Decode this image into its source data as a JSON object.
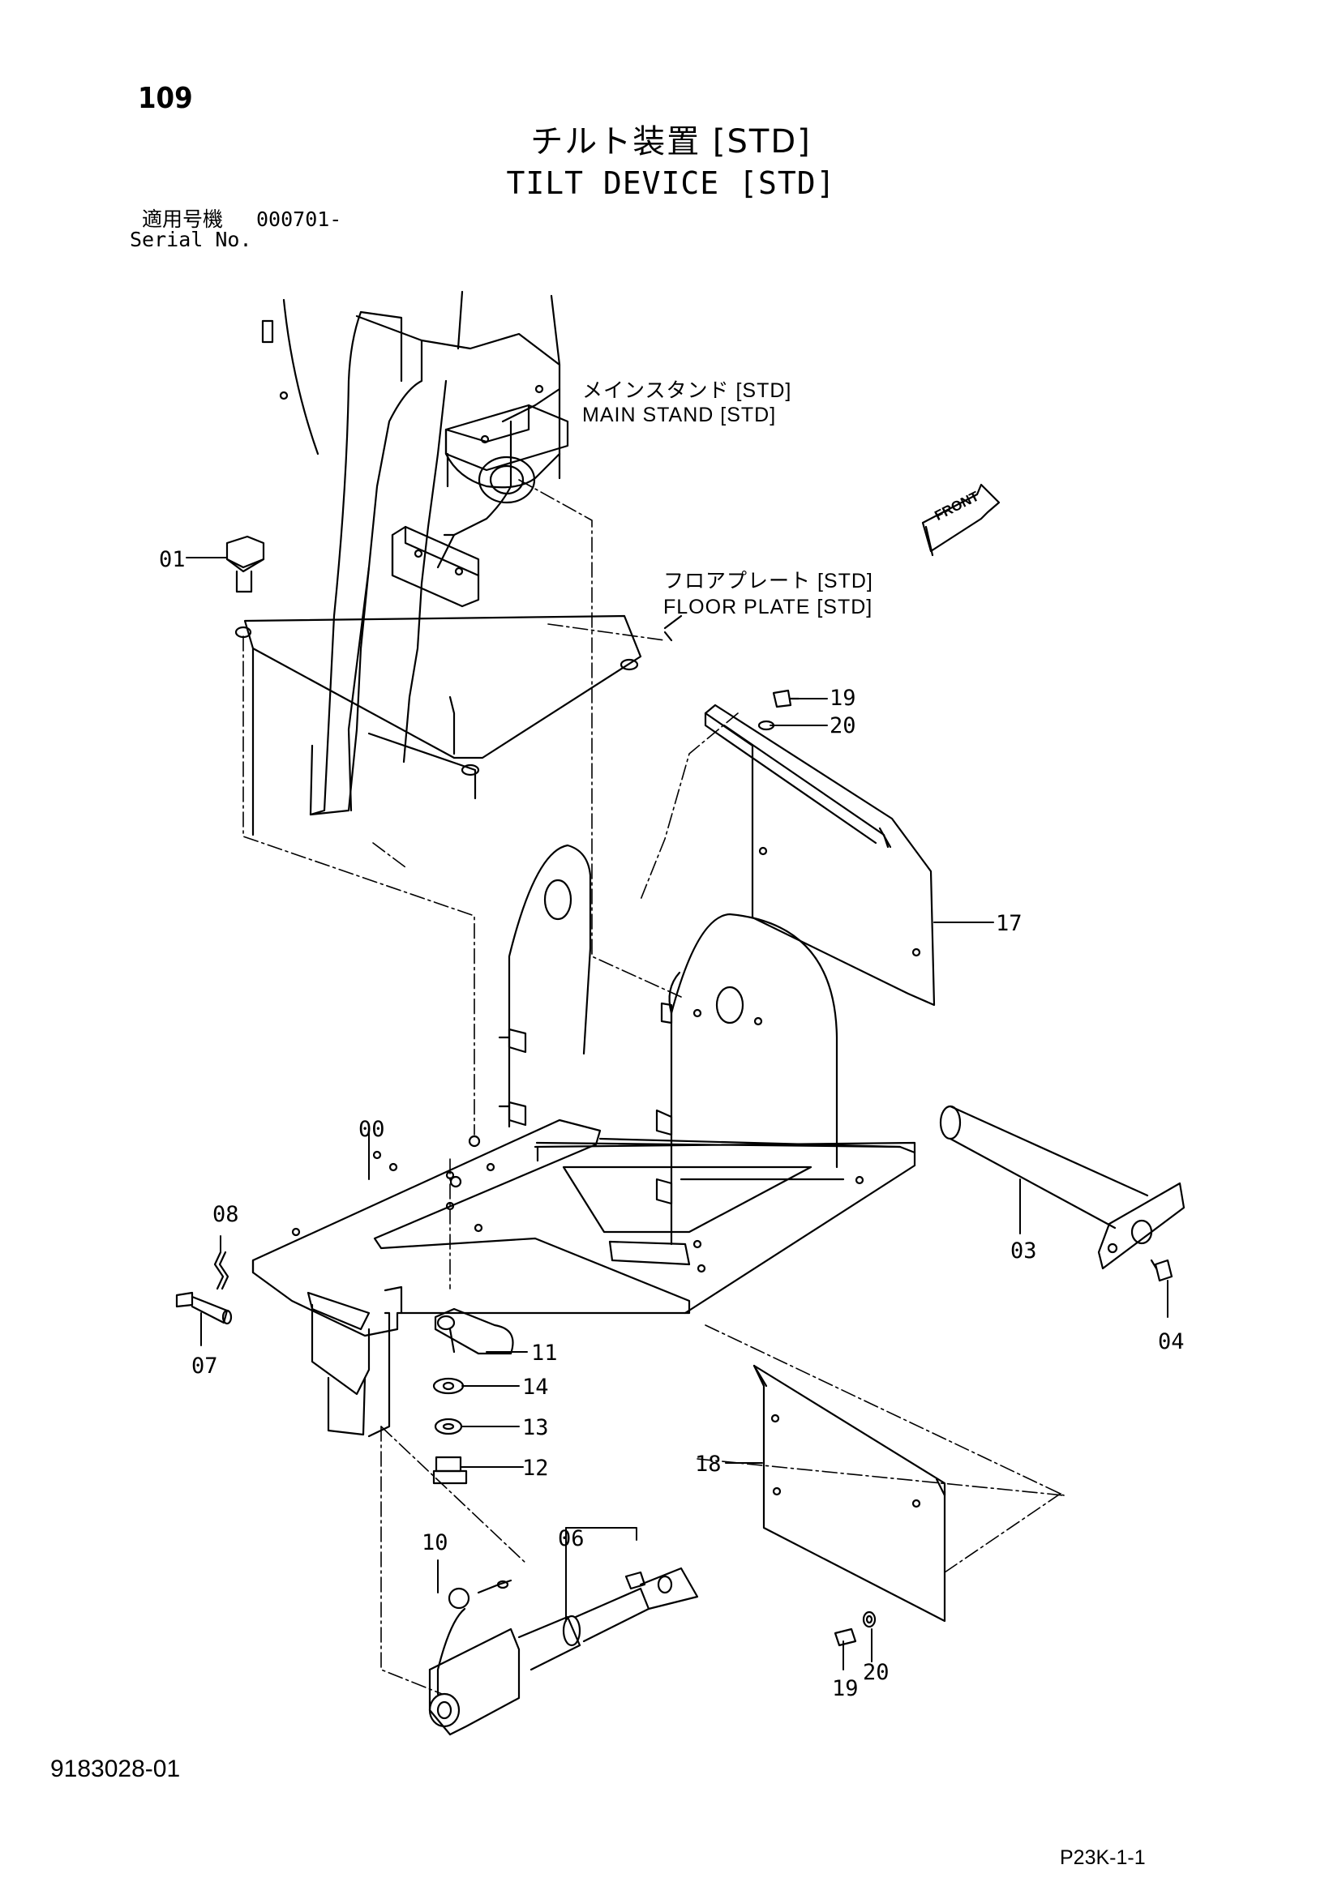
{
  "header": {
    "page_number": "109",
    "title_jp": "チルト装置 [STD]",
    "title_en": "TILT DEVICE [STD]",
    "serial_label_jp": "適用号機",
    "serial_value": "000701-",
    "serial_label_en": "Serial No."
  },
  "callouts": {
    "main_stand_jp": "メインスタンド [STD]",
    "main_stand_en": "MAIN STAND [STD]",
    "floor_plate_jp": "フロアプレート [STD]",
    "floor_plate_en": "FLOOR PLATE [STD]",
    "front_arrow": "FRONT"
  },
  "parts": [
    "00",
    "01",
    "03",
    "04",
    "06",
    "07",
    "08",
    "10",
    "11",
    "12",
    "13",
    "14",
    "17",
    "18",
    "19",
    "20",
    "19",
    "20"
  ],
  "footer": {
    "document_id": "9183028-01",
    "reference_id": "P23K-1-1"
  }
}
